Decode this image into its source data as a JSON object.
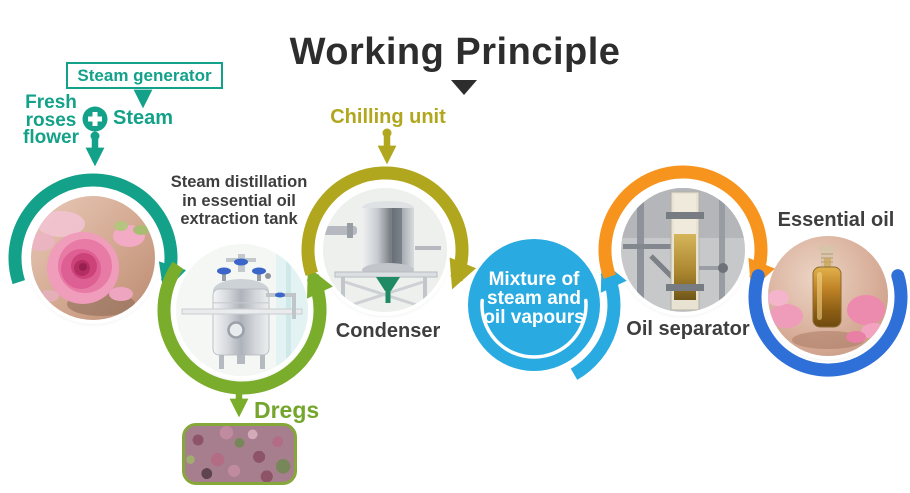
{
  "title": "Working Principle",
  "colors": {
    "teal": "#13a289",
    "green": "#7aad2b",
    "olive": "#b1a71e",
    "sky_blue": "#29abe2",
    "orange": "#f7941e",
    "royal_blue": "#2f6fd8",
    "text_dark": "#3e3e3e"
  },
  "nodes": {
    "steam_generator": {
      "label": "Steam generator"
    },
    "fresh_roses_flower": {
      "lines": [
        "Fresh",
        "roses",
        "flower"
      ]
    },
    "steam": {
      "label": "Steam"
    },
    "extraction_tank": {
      "lines": [
        "Steam distillation",
        "in essential oil",
        "extraction tank"
      ]
    },
    "chilling_unit": {
      "label": "Chilling unit"
    },
    "condenser": {
      "label": "Condenser"
    },
    "mixture": {
      "lines": [
        "Mixture of",
        "steam and",
        "oil vapours"
      ]
    },
    "oil_separator": {
      "label": "Oil separator"
    },
    "essential_oil": {
      "label": "Essential oil"
    },
    "dregs": {
      "label": "Dregs"
    }
  },
  "icons": [
    "plus-icon",
    "title-caret-icon",
    "steam-down-arrow-icon",
    "roses-down-arrow-icon",
    "chilling-down-arrow-icon",
    "dregs-down-arrow-icon",
    "teal-arc-arrow",
    "green-arc-arrow",
    "olive-arc-arrow",
    "orange-arc-arrow",
    "mixture-up-arrow",
    "blue-u-arc",
    "fresh-roses-photo",
    "extraction-tank-photo",
    "condenser-photo",
    "oil-separator-photo",
    "essential-oil-photo",
    "dregs-photo"
  ]
}
